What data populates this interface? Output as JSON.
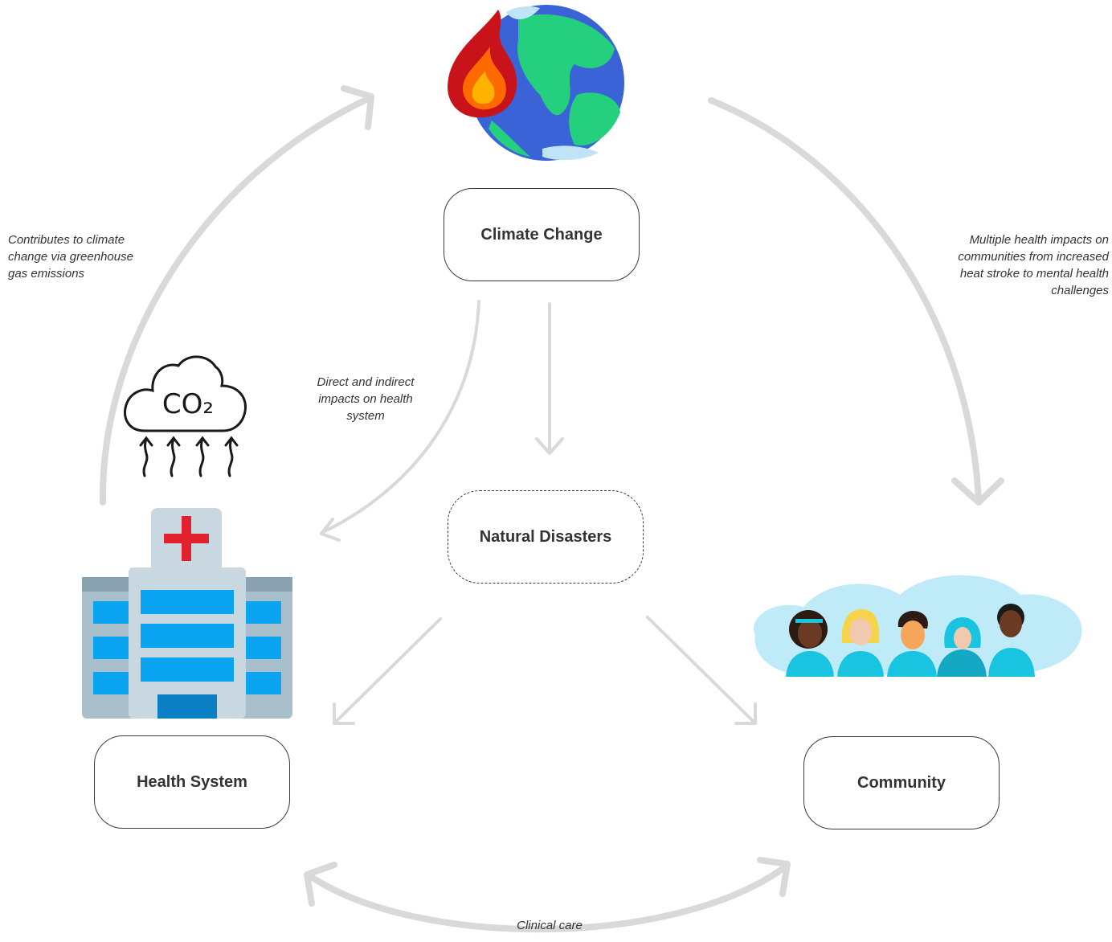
{
  "nodes": {
    "climate_change": "Climate Change",
    "natural_disasters": "Natural Disasters",
    "health_system": "Health System",
    "community": "Community"
  },
  "annotations": {
    "emissions": "Contributes to climate\nchange via greenhouse\ngas emissions",
    "direct_impacts": "Direct and indirect\nimpacts on health\nsystem",
    "community_impacts": "Multiple health impacts on\ncommunities from increased\nheat stroke to mental health\nchallenges",
    "clinical_care": "Clinical care"
  },
  "icons": {
    "climate": "earth-on-fire-icon",
    "co2": "co2-cloud-icon",
    "hospital": "hospital-icon",
    "community": "community-people-icon",
    "co2_label": "CO₂"
  },
  "colors": {
    "arrow": "#d9d9d9",
    "earth_ocean": "#3a63d8",
    "earth_land": "#24d07e",
    "fire_outer": "#c9131a",
    "fire_inner": "#ffb300",
    "hospital_window": "#0aa4f0",
    "hospital_cross": "#e0222e",
    "community_cloud": "#bfeaf7",
    "community_shirt": "#19c4e0"
  }
}
